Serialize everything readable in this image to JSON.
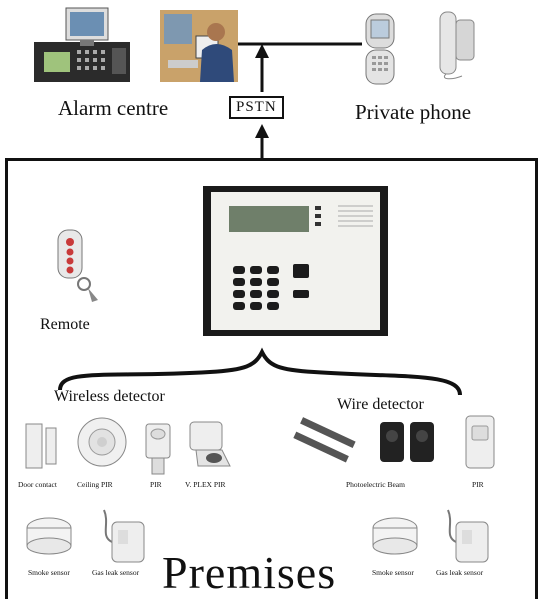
{
  "top": {
    "alarm_centre_label": "Alarm centre",
    "pstn_label": "PSTN",
    "private_phone_label": "Private phone"
  },
  "premises": {
    "title": "Premises",
    "remote_label": "Remote",
    "wireless_detector_label": "Wireless detector",
    "wire_detector_label": "Wire detector",
    "wireless_items": [
      {
        "label": "Door contact",
        "icon": "door-contact-icon"
      },
      {
        "label": "Ceiling PIR",
        "icon": "ceiling-pir-icon"
      },
      {
        "label": "PIR",
        "icon": "pir-icon"
      },
      {
        "label": "V. PLEX PIR",
        "icon": "vplex-pir-icon"
      },
      {
        "label": "Smoke sensor",
        "icon": "smoke-sensor-icon"
      },
      {
        "label": "Gas leak sensor",
        "icon": "gas-leak-sensor-icon"
      }
    ],
    "wire_items": [
      {
        "label": "Photoelectric Beam",
        "icon": "photoelectric-beam-icon"
      },
      {
        "label": "PIR",
        "icon": "pir-icon"
      },
      {
        "label": "Smoke sensor",
        "icon": "smoke-sensor-icon"
      },
      {
        "label": "Gas leak sensor",
        "icon": "gas-leak-sensor-icon"
      }
    ]
  },
  "colors": {
    "line": "#111111",
    "device_body": "#eeeeee",
    "lcd": "#6f7f6a",
    "remote_red": "#c83a3a"
  }
}
